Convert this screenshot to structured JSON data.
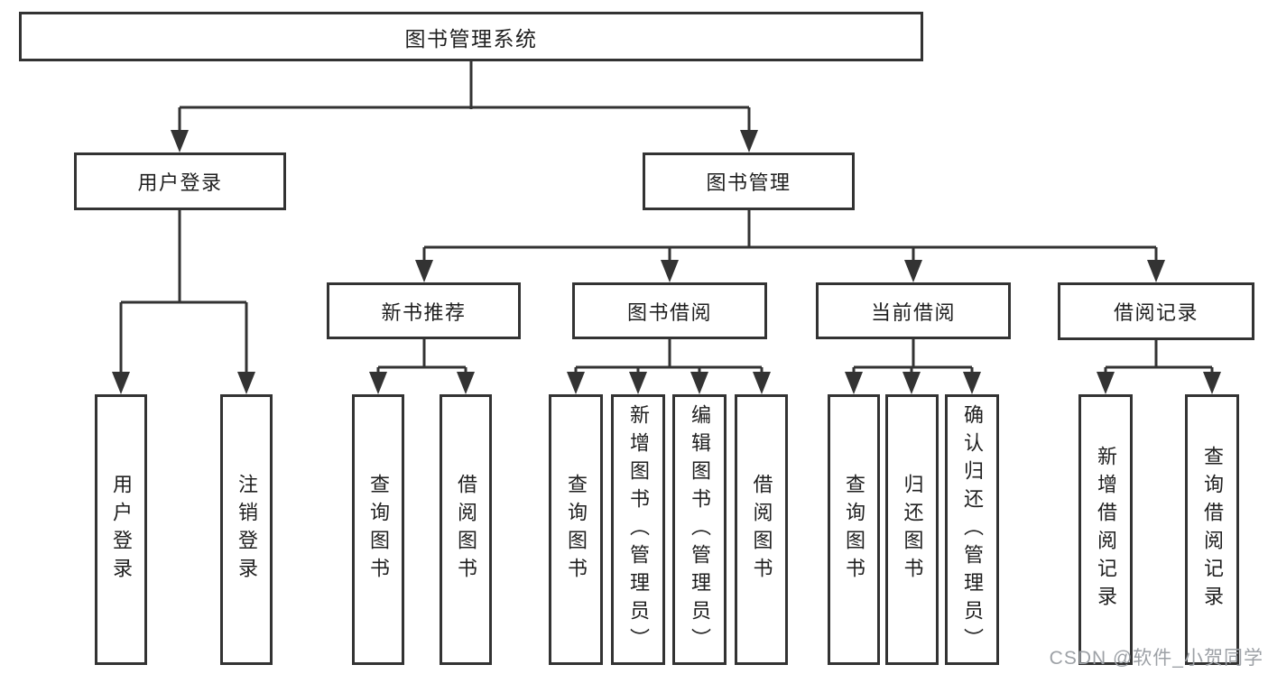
{
  "diagram": {
    "root": {
      "label": "图书管理系统",
      "children": [
        {
          "label": "用户登录",
          "children": [
            {
              "label": "用户登录"
            },
            {
              "label": "注销登录"
            }
          ]
        },
        {
          "label": "图书管理",
          "children": [
            {
              "label": "新书推荐",
              "children": [
                {
                  "label": "查询图书"
                },
                {
                  "label": "借阅图书"
                }
              ]
            },
            {
              "label": "图书借阅",
              "children": [
                {
                  "label": "查询图书"
                },
                {
                  "label": "新增图书（管理员）"
                },
                {
                  "label": "编辑图书（管理员）"
                },
                {
                  "label": "借阅图书"
                }
              ]
            },
            {
              "label": "当前借阅",
              "children": [
                {
                  "label": "查询图书"
                },
                {
                  "label": "归还图书"
                },
                {
                  "label": "确认归还（管理员）"
                }
              ]
            },
            {
              "label": "借阅记录",
              "children": [
                {
                  "label": "新增借阅记录"
                },
                {
                  "label": "查询借阅记录"
                }
              ]
            }
          ]
        }
      ]
    }
  },
  "watermark": {
    "text": "CSDN @软件_小贺同学"
  },
  "colors": {
    "line": "#333333",
    "text": "#1f1f1f",
    "watermark": "#9da1a6",
    "background": "#ffffff"
  }
}
